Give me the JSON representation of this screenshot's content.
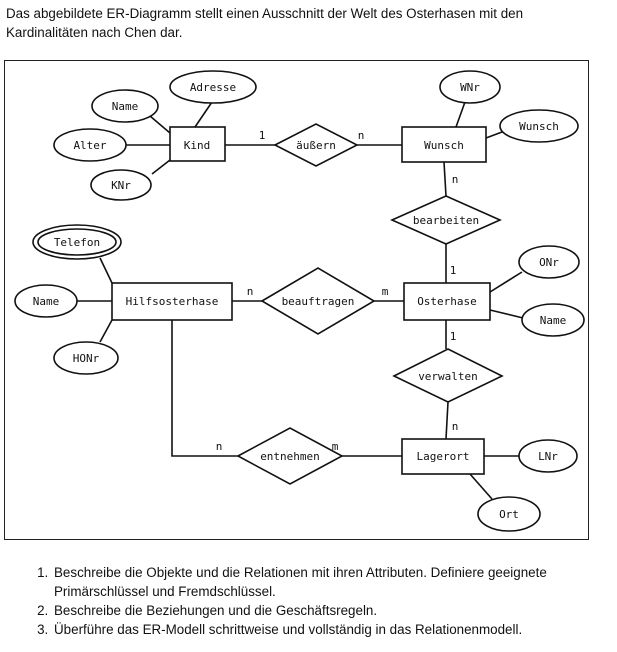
{
  "intro_text": "Das abgebildete ER-Diagramm stellt einen Ausschnitt der Welt des Osterhasen mit den Kardinalitäten nach Chen dar.",
  "entities": [
    {
      "id": "kind",
      "label": "Kind"
    },
    {
      "id": "wunsch",
      "label": "Wunsch"
    },
    {
      "id": "hilfsosterhase",
      "label": "Hilfsosterhase"
    },
    {
      "id": "osterhase",
      "label": "Osterhase"
    },
    {
      "id": "lagerort",
      "label": "Lagerort"
    }
  ],
  "relationships": [
    {
      "id": "aeussern",
      "label": "äußern"
    },
    {
      "id": "bearbeiten",
      "label": "bearbeiten"
    },
    {
      "id": "beauftragen",
      "label": "beauftragen"
    },
    {
      "id": "verwalten",
      "label": "verwalten"
    },
    {
      "id": "entnehmen",
      "label": "entnehmen"
    }
  ],
  "attributes": [
    {
      "id": "adresse",
      "label": "Adresse"
    },
    {
      "id": "name_kind",
      "label": "Name"
    },
    {
      "id": "alter",
      "label": "Alter"
    },
    {
      "id": "knr",
      "label": "KNr"
    },
    {
      "id": "wnr",
      "label": "WNr"
    },
    {
      "id": "wunsch_attr",
      "label": "Wunsch"
    },
    {
      "id": "telefon",
      "label": "Telefon",
      "multivalued": true
    },
    {
      "id": "name_hilfs",
      "label": "Name"
    },
    {
      "id": "honr",
      "label": "HONr"
    },
    {
      "id": "onr",
      "label": "ONr"
    },
    {
      "id": "name_oster",
      "label": "Name"
    },
    {
      "id": "lnr",
      "label": "LNr"
    },
    {
      "id": "ort",
      "label": "Ort"
    }
  ],
  "cardinalities": [
    {
      "id": "c_kind_aeussern",
      "label": "1"
    },
    {
      "id": "c_aeussern_wunsch",
      "label": "n"
    },
    {
      "id": "c_wunsch_bearbeiten",
      "label": "n"
    },
    {
      "id": "c_bearbeiten_oster",
      "label": "1"
    },
    {
      "id": "c_hilfs_beauftragen",
      "label": "n"
    },
    {
      "id": "c_beauftragen_oster",
      "label": "m"
    },
    {
      "id": "c_oster_verwalten",
      "label": "1"
    },
    {
      "id": "c_verwalten_lager",
      "label": "n"
    },
    {
      "id": "c_hilfs_entnehmen",
      "label": "n"
    },
    {
      "id": "c_entnehmen_lager",
      "label": "m"
    }
  ],
  "tasks": [
    "Beschreibe die Objekte und die Relationen mit ihren Attributen. Definiere geeignete Primärschlüssel und Fremdschlüssel.",
    "Beschreibe die Beziehungen und die Geschäftsregeln.",
    "Überführe das ER-Modell schrittweise und vollständig in das Relationenmodell."
  ]
}
